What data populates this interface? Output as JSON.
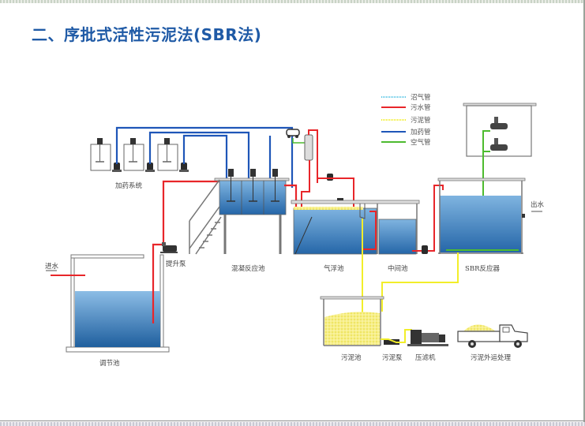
{
  "title": "二、序批式活性污泥法(SBR法)",
  "legend": [
    {
      "label": "沼气管",
      "color": "#5bc6e6"
    },
    {
      "label": "污水管",
      "color": "#e8262a"
    },
    {
      "label": "污泥管",
      "color": "#f2ee2a"
    },
    {
      "label": "加药管",
      "color": "#1f56b8"
    },
    {
      "label": "空气管",
      "color": "#4dbb2f"
    }
  ],
  "labels": {
    "dosing_system": "加药系统",
    "lift_pump": "提升泵",
    "coag_tank": "混凝反应池",
    "flotation_tank": "气浮池",
    "middle_tank": "中间池",
    "sbr_reactor": "SBR反应器",
    "outlet": "出水",
    "inlet": "进水",
    "equalization_tank": "调节池",
    "sludge_tank": "污泥池",
    "sludge_pump": "污泥泵",
    "filter_press": "压滤机",
    "sludge_transport": "污泥外运处理"
  },
  "colors": {
    "title": "#1f5aa6",
    "water_top": "#8cbde6",
    "water_bottom": "#1f5f9e",
    "sewage": "#e8262a",
    "sludge": "#f2ee2a",
    "dosing": "#1f56b8",
    "air": "#4dbb2f",
    "biogas": "#5bc6e6"
  }
}
